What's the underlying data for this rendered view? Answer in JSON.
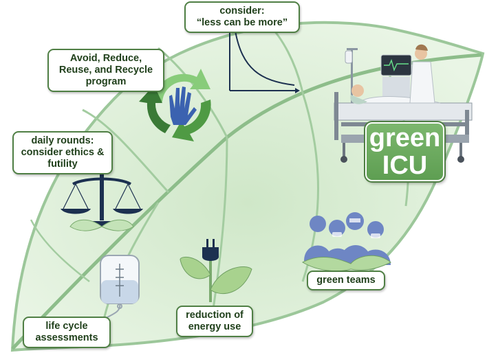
{
  "labels": {
    "consider": [
      "consider:",
      "“less can be more”"
    ],
    "recycle": [
      "Avoid, Reduce,",
      "Reuse, and Recycle",
      "program"
    ],
    "rounds": [
      "daily rounds:",
      "consider ethics &",
      "futility"
    ],
    "life_cycle": [
      "life cycle",
      "assessments"
    ],
    "energy": [
      "reduction of",
      "energy use"
    ],
    "green_teams": [
      "green teams"
    ],
    "green_icu": [
      "green",
      "ICU"
    ]
  },
  "icons": [
    "leaf-icon",
    "decay-curve-icon",
    "recycle-glove-icon",
    "scales-of-justice-icon",
    "iv-bag-icon",
    "plug-sprout-icon",
    "icu-bed-icon",
    "healthcare-team-icon"
  ],
  "colors": {
    "leaf_fill": "#dcefd6",
    "leaf_vein": "#9cc79a",
    "label_border": "#4f7f44",
    "label_text": "#1f3f1a",
    "icu_badge": "#6aa75c",
    "navy": "#1c3050",
    "team_blue": "#6e86c4"
  }
}
